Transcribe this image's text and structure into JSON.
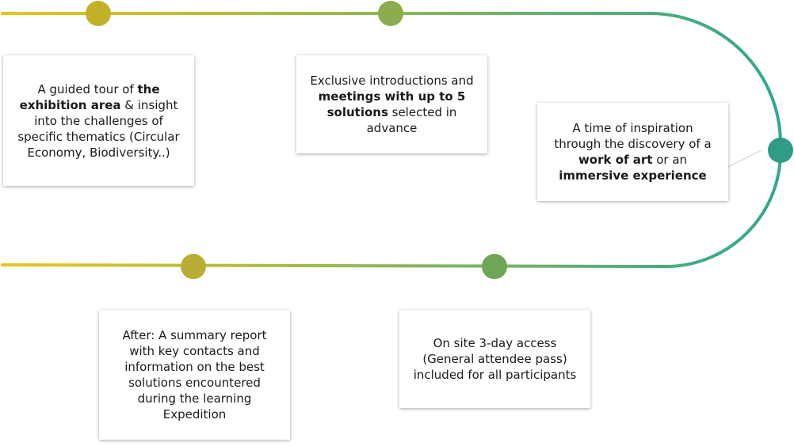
{
  "colors": {
    "gradient_start": "#e8c41c",
    "gradient_end": "#2fa891",
    "dot_1": "#c4b12a",
    "dot_2": "#8aae4e",
    "dot_3": "#2e9c87",
    "dot_4": "#6ea655",
    "dot_5": "#b9ad35"
  },
  "steps": [
    {
      "id": "exhibition-tour",
      "text": "A guided tour of <b>the exhibition area</b> &amp; insight into the challenges of specific thematics (Circular Economy, Biodiversity..)"
    },
    {
      "id": "solution-meetings",
      "text": "Exclusive introductions and <b>meetings with up to 5 solutions</b> selected in advance"
    },
    {
      "id": "inspiration",
      "text": "A time of inspiration through the discovery of a <b>work of art</b> or an <b>immersive experience</b>"
    },
    {
      "id": "onsite-access",
      "text": "On site 3-day access (General attendee pass) included for all participants"
    },
    {
      "id": "summary-report",
      "text": "After: A summary report with key contacts and information on the best solutions encountered during the learning Expedition"
    }
  ]
}
